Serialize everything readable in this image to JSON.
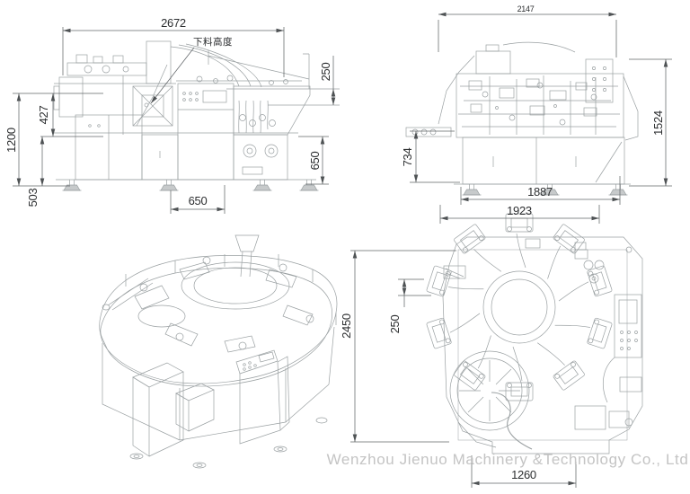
{
  "drawing": {
    "type": "engineering-drawing",
    "machine": "rotary bag packaging machine",
    "colors": {
      "artwork_line": "#9aa0a2",
      "dimension_line": "#63676a",
      "dimension_text": "#2c2e30",
      "watermark_text": "#c4c4c4",
      "background": "#ffffff"
    }
  },
  "views": {
    "front": {
      "label": "front-elevation-view",
      "callout": "下料高度",
      "dims": {
        "overall_width": "2672",
        "discharge_height": "250",
        "upper_height": "427",
        "left_height": "1200",
        "conveyor_height": "503",
        "right_height": "650",
        "base_width": "650"
      }
    },
    "side": {
      "label": "side-elevation-view",
      "dims": {
        "overall_width": "2147",
        "overall_height": "1524",
        "left_height": "734",
        "base_width": "1887"
      }
    },
    "plan": {
      "label": "top-plan-view",
      "dims": {
        "width": "1923",
        "station_pitch": "250",
        "overall_length": "2450",
        "base_width": "1260"
      }
    },
    "iso": {
      "label": "isometric-view"
    }
  },
  "watermark": "Wenzhou Jienuo Machinery &Technology Co., Ltd"
}
